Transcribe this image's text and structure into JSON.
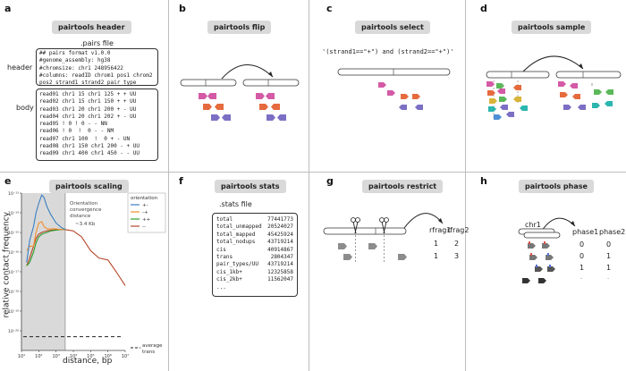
{
  "panels": {
    "a": {
      "letter": "a",
      "title": "pairtools header",
      "file_label": ".pairs file",
      "header_label": "header",
      "body_label": "body",
      "header_lines": [
        "## pairs format v1.0.0",
        "#genome_assembly: hg38",
        "#chromsize: chr1 248956422",
        "#columns: readID chrom1 pos1 chrom2",
        "pos2 strand1 strand2 pair_type"
      ],
      "body_lines": [
        "read01 chr1 15 chr1 125 + + UU",
        "read02 chr1 15 chr1 150 + + UU",
        "read03 chr1 20 chr1 200 + - UU",
        "read04 chr1 20 chr1 202 + - UU",
        "read05 ! 0 ! 0 - - NN",
        "read06 ! 0  !  0 - - NM",
        "read07 chr1 100  !  0 + - UN",
        "read08 chr1 150 chr1 200 - + UU",
        "read09 chr1 400 chr1 450 - - UU"
      ]
    },
    "b": {
      "letter": "b",
      "title": "pairtools flip"
    },
    "c": {
      "letter": "c",
      "title": "pairtools select",
      "expression": "'(strand1==\"+\") and (strand2==\"+\")'"
    },
    "d": {
      "letter": "d",
      "title": "pairtools sample"
    },
    "e": {
      "letter": "e",
      "title": "pairtools scaling",
      "ylabel": "relative contact frequency",
      "xlabel": "distance, bp",
      "annotation": [
        "Orientation",
        "convergence",
        "distance",
        "~3.4 Kb"
      ],
      "legend_title": "orientation",
      "avg_trans_label": [
        "average",
        "trans"
      ]
    },
    "f": {
      "letter": "f",
      "title": "pairtools stats",
      "file_label": ".stats file",
      "rows": [
        {
          "key": "total",
          "value": "77441773"
        },
        {
          "key": "total_unmapped",
          "value": "20524027"
        },
        {
          "key": "total_mapped",
          "value": "45425924"
        },
        {
          "key": "total_nodups",
          "value": "43719214"
        },
        {
          "key": "cis",
          "value": "40914867"
        },
        {
          "key": "trans",
          "value": "2804347"
        },
        {
          "key": "pair_types/UU",
          "value": "43719214"
        },
        {
          "key": "cis_1kb+",
          "value": "12325858"
        },
        {
          "key": "cis_2kb+",
          "value": "11562047"
        },
        {
          "key": "...",
          "value": ""
        }
      ]
    },
    "g": {
      "letter": "g",
      "title": "pairtools restrict",
      "col1": "rfrag1",
      "col2": "rfrag2",
      "table": [
        [
          "1",
          "2"
        ],
        [
          "1",
          "3"
        ]
      ]
    },
    "h": {
      "letter": "h",
      "title": "pairtools phase",
      "chrom_label": "chr1",
      "col1": "phase1",
      "col2": "phase2",
      "table": [
        [
          "0",
          "0"
        ],
        [
          "0",
          "1"
        ],
        [
          "1",
          "1"
        ],
        [
          "-",
          "-"
        ]
      ]
    }
  },
  "chart_data": {
    "type": "line",
    "title": "pairtools scaling",
    "xlabel": "distance, bp",
    "ylabel": "relative contact frequency",
    "x_scale": "log",
    "y_scale": "log",
    "xlim": [
      10,
      10000000
    ],
    "ylim": [
      1e-21,
      1e-13
    ],
    "x_ticks": [
      "10¹",
      "10²",
      "10³",
      "10⁴",
      "10⁵",
      "10⁶",
      "10⁷"
    ],
    "y_ticks": [
      "10⁻²⁰",
      "10⁻¹⁹",
      "10⁻¹⁸",
      "10⁻¹⁷",
      "10⁻¹⁶",
      "10⁻¹⁵",
      "10⁻¹⁴",
      "10⁻¹³"
    ],
    "shaded_region_x": [
      10,
      3400
    ],
    "legend_title": "orientation",
    "legend_placement": "right",
    "series": [
      {
        "name": "+-",
        "color": "#3a7fc1",
        "x": [
          20,
          30,
          50,
          70,
          100,
          150,
          200,
          300,
          500,
          700,
          1000,
          2000,
          3400
        ],
        "y": [
          3e-17,
          4e-16,
          2e-15,
          1e-14,
          3e-14,
          8e-14,
          6e-14,
          2e-14,
          8e-15,
          5e-15,
          3e-15,
          1.8e-15,
          1.4e-15
        ]
      },
      {
        "name": "-+",
        "color": "#f28e2b",
        "x": [
          20,
          30,
          50,
          70,
          100,
          150,
          200,
          300,
          500,
          1000,
          2000,
          3400
        ],
        "y": [
          1.2e-16,
          2e-16,
          2e-16,
          1e-15,
          3e-15,
          3.5e-15,
          2e-15,
          1.5e-15,
          1.5e-15,
          1.5e-15,
          1.4e-15,
          1.4e-15
        ]
      },
      {
        "name": "++",
        "color": "#2ca02c",
        "x": [
          20,
          30,
          50,
          70,
          100,
          150,
          200,
          300,
          500,
          1000,
          2000,
          3400
        ],
        "y": [
          2e-17,
          3e-17,
          1e-16,
          3e-16,
          6e-16,
          8e-16,
          9e-16,
          1e-15,
          1.2e-15,
          1.3e-15,
          1.4e-15,
          1.4e-15
        ]
      },
      {
        "name": "--",
        "color": "#b5462a",
        "x": [
          20,
          30,
          50,
          70,
          100,
          150,
          200,
          300,
          500,
          1000,
          2000,
          3400,
          10000,
          30000,
          100000,
          300000,
          1000000,
          3000000,
          10000000
        ],
        "y": [
          2e-17,
          5e-17,
          2e-16,
          5e-16,
          8e-16,
          1e-15,
          1.1e-15,
          1.2e-15,
          1.3e-15,
          1.4e-15,
          1.4e-15,
          1.4e-15,
          1.2e-15,
          6e-16,
          1.2e-16,
          5e-17,
          4e-17,
          1e-17,
          2e-18
        ]
      }
    ],
    "reference_line": {
      "name": "average trans",
      "y": 5e-21,
      "style": "dashed"
    }
  }
}
